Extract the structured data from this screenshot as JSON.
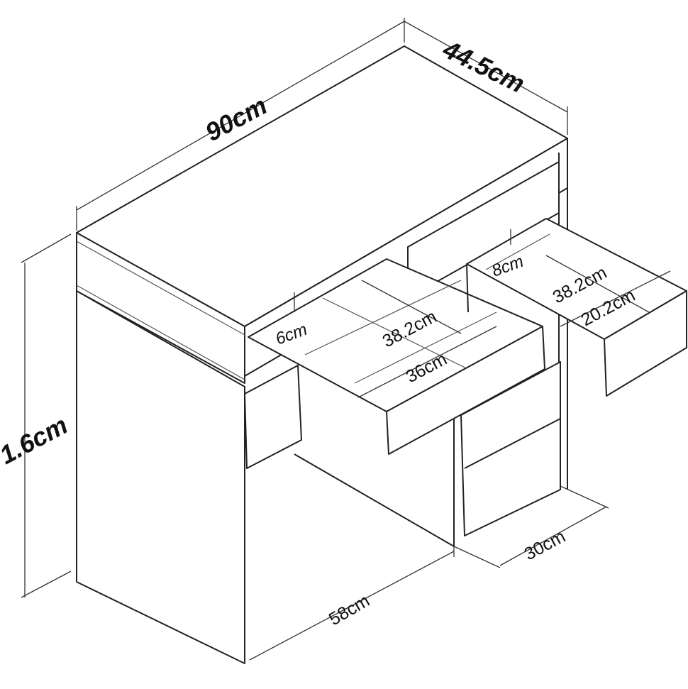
{
  "labels": {
    "width": "90cm",
    "depth": "44.5cm",
    "height": "1.6cm",
    "leg_width": "58cm",
    "cabinet_depth": "30cm",
    "left_drawer_height": "6cm",
    "left_drawer_length": "38.2cm",
    "left_drawer_width": "36cm",
    "right_drawer_height": "8cm",
    "right_drawer_length": "38.2cm",
    "right_drawer_width": "20.2cm"
  }
}
